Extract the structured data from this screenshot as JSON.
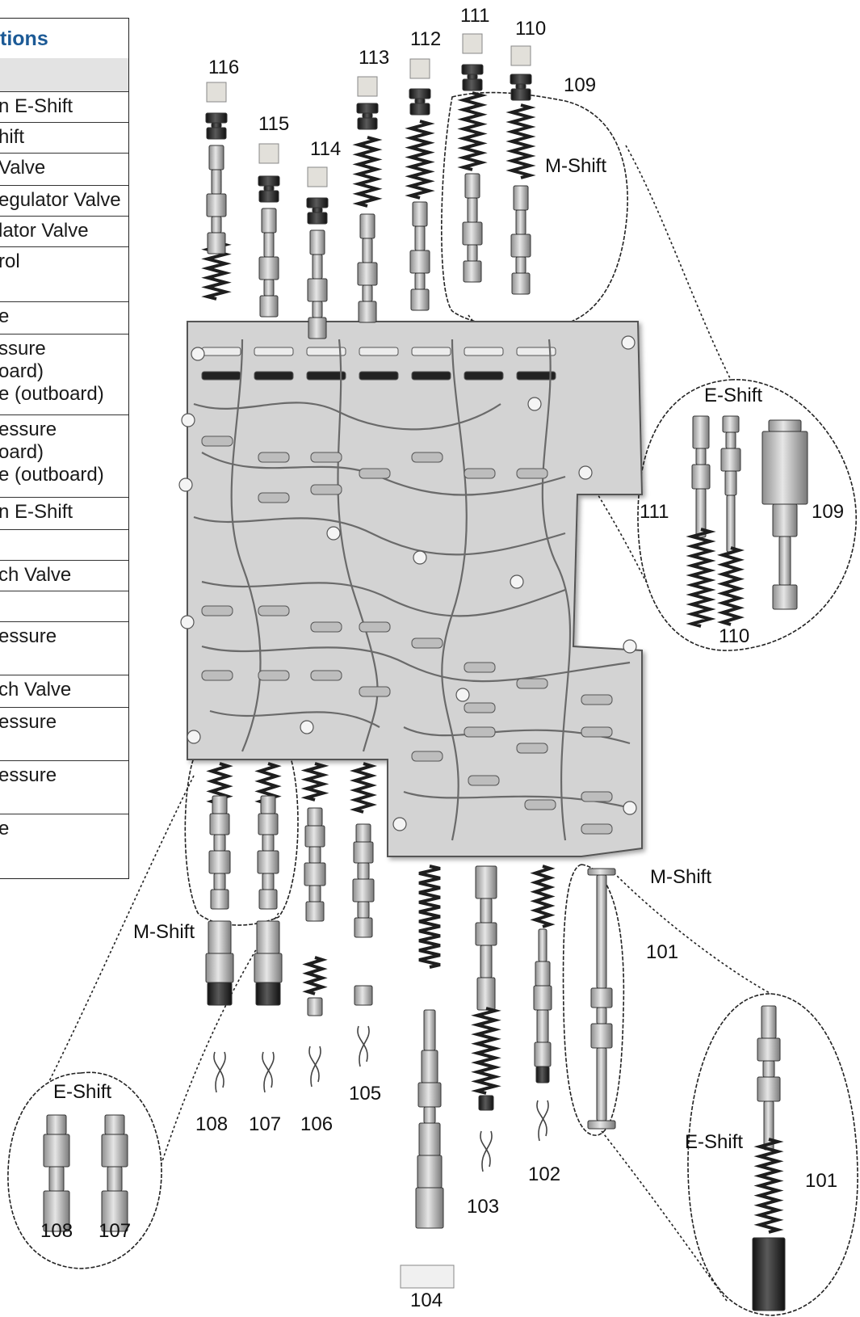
{
  "legend": {
    "title": "tions",
    "rows": [
      {
        "lines": [
          "n E-Shift"
        ]
      },
      {
        "lines": [
          "hift"
        ]
      },
      {
        "lines": [
          "Valve"
        ]
      },
      {
        "lines": [
          "egulator Valve"
        ]
      },
      {
        "lines": [
          "lator Valve"
        ]
      },
      {
        "lines": [
          "rol",
          ""
        ]
      },
      {
        "lines": [
          "e"
        ]
      },
      {
        "lines": [
          "ssure",
          "oard)",
          "e (outboard)"
        ]
      },
      {
        "lines": [
          "essure",
          "oard)",
          "e (outboard)"
        ]
      },
      {
        "lines": [
          "n E-Shift"
        ]
      },
      {
        "lines": [
          ""
        ]
      },
      {
        "lines": [
          "ch Valve"
        ]
      },
      {
        "lines": [
          ""
        ]
      },
      {
        "lines": [
          "essure",
          ""
        ]
      },
      {
        "lines": [
          "ch Valve"
        ]
      },
      {
        "lines": [
          "essure",
          ""
        ]
      },
      {
        "lines": [
          "essure",
          ""
        ]
      },
      {
        "lines": [
          "e"
        ]
      }
    ]
  },
  "callouts": {
    "n101": "101",
    "n101b": "101",
    "n102": "102",
    "n103": "103",
    "n104": "104",
    "n105": "105",
    "n106": "106",
    "n107": "107",
    "n107b": "107",
    "n108": "108",
    "n108b": "108",
    "n109": "109",
    "n109b": "109",
    "n110": "110",
    "n110b": "110",
    "n111": "111",
    "n111b": "111",
    "n112": "112",
    "n113": "113",
    "n114": "114",
    "n115": "115",
    "n116": "116"
  },
  "tags": {
    "mshift_top": "M-Shift",
    "eshift_right_top": "E-Shift",
    "mshift_bottom_left": "M-Shift",
    "eshift_bottom_left": "E-Shift",
    "mshift_bottom_right": "M-Shift",
    "eshift_bottom_right": "E-Shift"
  },
  "colors": {
    "plate": "#d3d3d3",
    "plate_line": "#6a6a6a",
    "part_light": "#c6c6c6",
    "part_dark": "#2b2b2b",
    "cap": "#e2e0da",
    "legend_title": "#1c5a96",
    "legend_band": "#e3e3e3"
  }
}
